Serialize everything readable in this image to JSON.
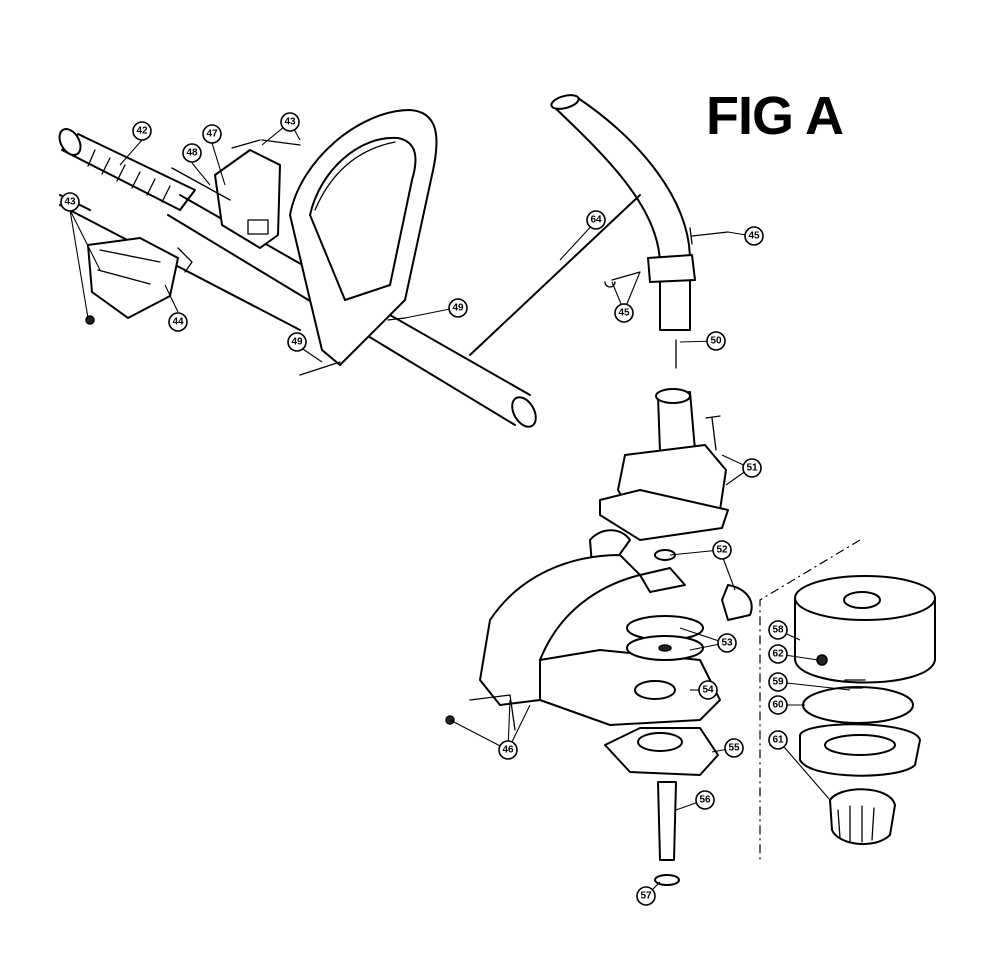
{
  "figure": {
    "title": "FIG A"
  },
  "callouts": [
    {
      "id": "c42",
      "label": "42"
    },
    {
      "id": "c43a",
      "label": "43"
    },
    {
      "id": "c43b",
      "label": "43"
    },
    {
      "id": "c44",
      "label": "44"
    },
    {
      "id": "c45a",
      "label": "45"
    },
    {
      "id": "c45b",
      "label": "45"
    },
    {
      "id": "c46",
      "label": "46"
    },
    {
      "id": "c47",
      "label": "47"
    },
    {
      "id": "c48",
      "label": "48"
    },
    {
      "id": "c49a",
      "label": "49"
    },
    {
      "id": "c49b",
      "label": "49"
    },
    {
      "id": "c50",
      "label": "50"
    },
    {
      "id": "c51",
      "label": "51"
    },
    {
      "id": "c52",
      "label": "52"
    },
    {
      "id": "c53",
      "label": "53"
    },
    {
      "id": "c54",
      "label": "54"
    },
    {
      "id": "c55",
      "label": "55"
    },
    {
      "id": "c56",
      "label": "56"
    },
    {
      "id": "c57",
      "label": "57"
    },
    {
      "id": "c58",
      "label": "58"
    },
    {
      "id": "c59",
      "label": "59"
    },
    {
      "id": "c60",
      "label": "60"
    },
    {
      "id": "c61",
      "label": "61"
    },
    {
      "id": "c62",
      "label": "62"
    },
    {
      "id": "c64",
      "label": "64"
    }
  ]
}
